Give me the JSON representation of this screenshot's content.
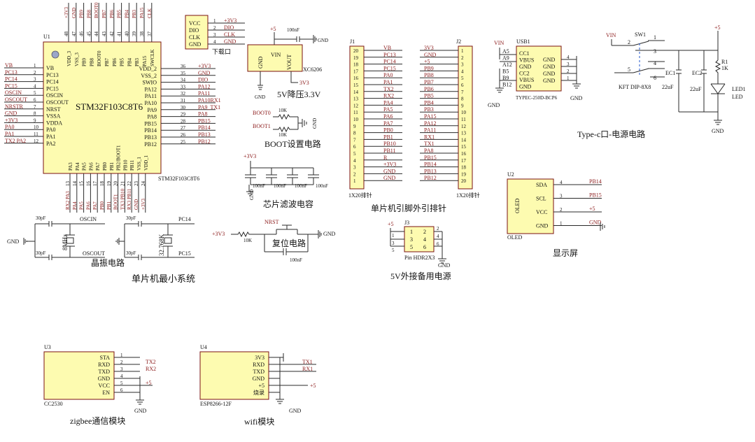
{
  "mcu": {
    "ref": "U1",
    "name": "STM32F103C8T6",
    "part": "STM32F103C8T6",
    "left": [
      {
        "pin": "1",
        "label": "VB",
        "net": "VB"
      },
      {
        "pin": "2",
        "label": "PC13",
        "net": "PC13"
      },
      {
        "pin": "3",
        "label": "PC14",
        "net": "PC14"
      },
      {
        "pin": "4",
        "label": "PC15",
        "net": "PC15"
      },
      {
        "pin": "5",
        "label": "OSCIN",
        "net": "OSCIN"
      },
      {
        "pin": "6",
        "label": "OSCOUT",
        "net": "OSCOUT"
      },
      {
        "pin": "7",
        "label": "NRST",
        "net": "NRSTR"
      },
      {
        "pin": "8",
        "label": "VSSA",
        "net": "GND"
      },
      {
        "pin": "9",
        "label": "VDDA",
        "net": "+3V3"
      },
      {
        "pin": "10",
        "label": "PA0",
        "net": "PA0"
      },
      {
        "pin": "11",
        "label": "PA1",
        "net": "PA1"
      },
      {
        "pin": "12",
        "label": "PA2",
        "net": "TX2 PA2"
      }
    ],
    "right": [
      {
        "pin": "36",
        "label": "VDD_2",
        "net": "+3V3"
      },
      {
        "pin": "35",
        "label": "VSS_2",
        "net": "GND"
      },
      {
        "pin": "34",
        "label": "SWIO",
        "net": "DIO"
      },
      {
        "pin": "33",
        "label": "PA12",
        "net": "PA12"
      },
      {
        "pin": "32",
        "label": "PA11",
        "net": "PA11"
      },
      {
        "pin": "31",
        "label": "PA10",
        "net": "PA10RX1"
      },
      {
        "pin": "30",
        "label": "PA9",
        "net": "PA9_TX1"
      },
      {
        "pin": "29",
        "label": "PA8",
        "net": "PA8"
      },
      {
        "pin": "28",
        "label": "PB15",
        "net": "PB15"
      },
      {
        "pin": "27",
        "label": "PB14",
        "net": "PB14"
      },
      {
        "pin": "26",
        "label": "PB13",
        "net": "PB13"
      },
      {
        "pin": "25",
        "label": "PB12",
        "net": "PB12"
      }
    ],
    "top": [
      {
        "pin": "48",
        "label": "VDD_3",
        "net": "+3V3"
      },
      {
        "pin": "47",
        "label": "VSS_3",
        "net": "GND"
      },
      {
        "pin": "46",
        "label": "PB9",
        "net": "PB9"
      },
      {
        "pin": "45",
        "label": "PB8",
        "net": "PB8"
      },
      {
        "pin": "44",
        "label": "BOOT0",
        "net": "BOOT0"
      },
      {
        "pin": "43",
        "label": "PB7",
        "net": "PB7"
      },
      {
        "pin": "42",
        "label": "PB6",
        "net": "PB6"
      },
      {
        "pin": "41",
        "label": "PB5",
        "net": "PB5"
      },
      {
        "pin": "40",
        "label": "PB4",
        "net": "PB4"
      },
      {
        "pin": "39",
        "label": "PB3",
        "net": "PB3"
      },
      {
        "pin": "38",
        "label": "PA15",
        "net": "PA15"
      },
      {
        "pin": "37",
        "label": "SWCLK",
        "net": "CLK"
      }
    ],
    "bottom": [
      {
        "pin": "13",
        "label": "PA3",
        "net": "RX2 PA3"
      },
      {
        "pin": "14",
        "label": "PA4",
        "net": "PA4"
      },
      {
        "pin": "15",
        "label": "PA5",
        "net": "PA5"
      },
      {
        "pin": "16",
        "label": "PA6",
        "net": "PA6"
      },
      {
        "pin": "17",
        "label": "PA7",
        "net": "PA7"
      },
      {
        "pin": "18",
        "label": "PB0",
        "net": "PB0"
      },
      {
        "pin": "19",
        "label": "PB1",
        "net": "PB1"
      },
      {
        "pin": "20",
        "label": "PB2/BOOT1",
        "net": "BOOT1"
      },
      {
        "pin": "21",
        "label": "PB10",
        "net": "TX3 PB10"
      },
      {
        "pin": "22",
        "label": "PB11",
        "net": "RX3 PB11"
      },
      {
        "pin": "23",
        "label": "VSS_1",
        "net": "GND"
      },
      {
        "pin": "24",
        "label": "VDD_1",
        "net": "+3V3"
      }
    ]
  },
  "download": {
    "title": "下载口",
    "labels": [
      "VCC",
      "DIO",
      "CLK",
      "GND"
    ],
    "pins": [
      "1",
      "2",
      "3",
      "4"
    ],
    "nets": [
      "+3V3",
      "DIO",
      "CLK",
      "GND"
    ]
  },
  "ldo": {
    "ref": "XC6206",
    "vin": "VIN",
    "vout": "VOUT",
    "gnd": "GND",
    "in_net": "+5",
    "out_net": "3V3",
    "cap": "100nF",
    "gnd_label": "GND",
    "gnd_below": "GND",
    "title": "5V降压3.3V"
  },
  "boot": {
    "boot0": "BOOT0",
    "boot1": "BOOT1",
    "r1": "10K",
    "r2": "10K",
    "gnd": "GND",
    "title": "BOOT设置电路"
  },
  "filter": {
    "net": "+3V3",
    "caps": [
      "100nF",
      "100nF",
      "100nF",
      "100nF"
    ],
    "gnd": "GND",
    "title": "芯片滤波电容"
  },
  "crystal": {
    "gnd": "GND",
    "x1_cap_top": "30pF",
    "x1_cap_bot": "30pF",
    "x1_freq": "8MHz",
    "x1_in": "OSCIN",
    "x1_out": "OSCOUT",
    "x2_cap_top": "30pF",
    "x2_cap_bot": "30pF",
    "x2_freq": "32.768K",
    "x2_in": "PC14",
    "x2_out": "PC15",
    "title": "晶振电路"
  },
  "reset": {
    "vcc": "+3V3",
    "r": "10K",
    "nrst": "NRST",
    "gnd": "GND",
    "cap": "100nF",
    "title": "复位电路"
  },
  "system_title": "单片机最小系统",
  "j1": {
    "ref": "J1",
    "nets": [
      "VB",
      "PC13",
      "PC14",
      "PC15",
      "PA0",
      "PA1",
      "TX2",
      "RX2",
      "PA4",
      "PA5",
      "PA6",
      "PA7",
      "PB0",
      "PB1",
      "PB10",
      "PB11",
      "R",
      "+3V3",
      "GND",
      "GND"
    ],
    "pins": [
      "20",
      "19",
      "18",
      "17",
      "16",
      "15",
      "14",
      "13",
      "12",
      "11",
      "10",
      "9",
      "8",
      "7",
      "6",
      "5",
      "4",
      "3",
      "2",
      "1"
    ],
    "part": "1X20排针"
  },
  "j2": {
    "ref": "J2",
    "nets": [
      "3V3",
      "GND",
      "+5",
      "PB9",
      "PB8",
      "PB7",
      "PB6",
      "PB5",
      "PB4",
      "PB3",
      "PA15",
      "PA12",
      "PA11",
      "RX1",
      "TX1",
      "PA8",
      "PB15",
      "PB14",
      "PB13",
      "PB12"
    ],
    "pins": [
      "1",
      "2",
      "3",
      "4",
      "5",
      "6",
      "7",
      "8",
      "9",
      "10",
      "11",
      "12",
      "13",
      "14",
      "15",
      "16",
      "17",
      "18",
      "19",
      "20"
    ],
    "part": "1X20排针"
  },
  "header_title": "单片机引脚外引排针",
  "usb": {
    "ref": "USB1",
    "vin": "VIN",
    "pins_left": [
      "A5",
      "A9",
      "A12",
      "B5",
      "B9",
      "B12"
    ],
    "labels_left": [
      "CC1",
      "VBUS",
      "GND",
      "CC2",
      "VBUS",
      "GND"
    ],
    "labels_right": [
      "GND",
      "GND",
      "GND",
      "GND"
    ],
    "pins_right": [
      "4",
      "3",
      "2",
      "1"
    ],
    "part": "TYPEC-250D-BCP6",
    "gnd_left": "GND",
    "gnd_right": "GND"
  },
  "power": {
    "vin": "VIN",
    "sw": "SW1",
    "sw_pins": [
      "2",
      "1",
      "3",
      "5",
      "4",
      "6"
    ],
    "sw_part": "KFT DIP-8X8",
    "ec1": "EC1",
    "ec1_val": "22uF",
    "ec2": "EC2",
    "ec2_val": "22uF",
    "r1": "R1",
    "r1_val": "1K",
    "led": "LED1",
    "led_val": "LED",
    "plus5": "+5",
    "gnd": "GND",
    "title": "Type-c口-电源电路"
  },
  "j3": {
    "ref": "J3",
    "net": "+5",
    "pins": [
      "1",
      "2",
      "3",
      "4",
      "5",
      "6"
    ],
    "ext": [
      "1",
      "2",
      "3",
      "4",
      "5",
      "6"
    ],
    "part": "Pin HDR2X3",
    "gnd": "GND",
    "title": "5V外接备用电源"
  },
  "oled": {
    "ref": "U2",
    "name": "OLED",
    "part": "OLED",
    "labels": [
      "SDA",
      "SCL",
      "VCC",
      "GND"
    ],
    "pins": [
      "4",
      "3",
      "2",
      "1"
    ],
    "nets": [
      "PB14",
      "PB15",
      "+5",
      "GND"
    ],
    "title": "显示屏"
  },
  "zigbee": {
    "ref": "U3",
    "part": "CC2530",
    "labels": [
      "STA",
      "RXD",
      "TXD",
      "GND",
      "VCC",
      "EN"
    ],
    "pins": [
      "1",
      "2",
      "3",
      "4",
      "5",
      "6"
    ],
    "nets": [
      "",
      "TX2",
      "RX2",
      "",
      "+5",
      ""
    ],
    "gnd": "GND",
    "title": "zigbee通信模块"
  },
  "wifi": {
    "ref": "U4",
    "part": "ESP8266-12F",
    "labels": [
      "3V3",
      "RXD",
      "TXD",
      "GND",
      "+5",
      "烧录"
    ],
    "pins": [
      "1",
      "2",
      "3",
      "4",
      "5",
      "6"
    ],
    "nets": [
      "TX1",
      "RX1"
    ],
    "plus5": "+5",
    "gnd": "GND",
    "title": "wifi模块"
  },
  "colors": {
    "wire": "#2a2a2a",
    "net": "#8b1a1a",
    "body": "#fdfbb0",
    "outline": "#7a1010"
  }
}
